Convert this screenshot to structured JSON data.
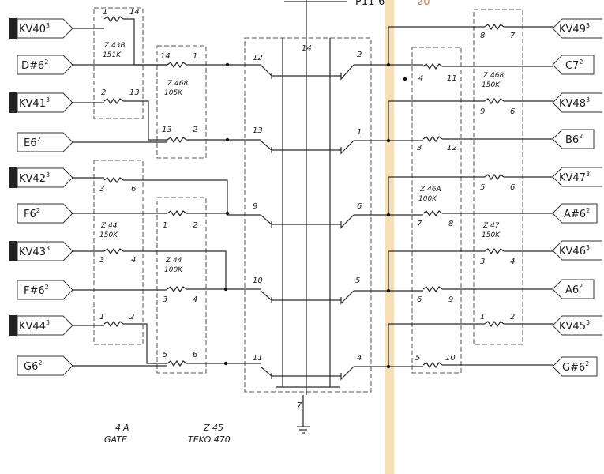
{
  "connectors_left": [
    {
      "label": "KV40",
      "sup": "3",
      "filled": true
    },
    {
      "label": "D#6",
      "sup": "2",
      "filled": false
    },
    {
      "label": "KV41",
      "sup": "3",
      "filled": true
    },
    {
      "label": "E6",
      "sup": "2",
      "filled": false
    },
    {
      "label": "KV42",
      "sup": "3",
      "filled": true
    },
    {
      "label": "F6",
      "sup": "2",
      "filled": false
    },
    {
      "label": "KV43",
      "sup": "3",
      "filled": true
    },
    {
      "label": "F#6",
      "sup": "2",
      "filled": false
    },
    {
      "label": "KV44",
      "sup": "3",
      "filled": true
    },
    {
      "label": "G6",
      "sup": "2",
      "filled": false
    }
  ],
  "connectors_right": [
    {
      "label": "KV49",
      "sup": "3"
    },
    {
      "label": "C7",
      "sup": "2"
    },
    {
      "label": "KV48",
      "sup": "3"
    },
    {
      "label": "B6",
      "sup": "2"
    },
    {
      "label": "KV47",
      "sup": "3"
    },
    {
      "label": "A#6",
      "sup": "2"
    },
    {
      "label": "KV46",
      "sup": "3"
    },
    {
      "label": "A6",
      "sup": "2"
    },
    {
      "label": "KV45",
      "sup": "3"
    },
    {
      "label": "G#6",
      "sup": "2"
    }
  ],
  "resistor_networks": {
    "z43b": {
      "name": "Z 43B",
      "value": "151K"
    },
    "z468_left": {
      "name": "Z 468",
      "value": "105K"
    },
    "z44_a": {
      "name": "Z 44",
      "value": "150K"
    },
    "z44_b": {
      "name": "Z 44",
      "value": "100K"
    },
    "z468_right": {
      "name": "Z 468",
      "value": "150K"
    },
    "z46a": {
      "name": "Z 46A",
      "value": "100K"
    },
    "z47": {
      "name": "Z 47",
      "value": "150K"
    }
  },
  "pins": {
    "l1": [
      "1",
      "14",
      "2",
      "13"
    ],
    "l2": [
      "14",
      "1",
      "13",
      "2"
    ],
    "l3": [
      "3",
      "6",
      "1",
      "2",
      "3",
      "4",
      "1",
      "2"
    ],
    "l4": [
      "3",
      "4",
      "5",
      "6"
    ],
    "ic": [
      "14",
      "12",
      "2",
      "13",
      "1",
      "9",
      "6",
      "10",
      "5",
      "11",
      "4",
      "7"
    ],
    "r1": [
      "4",
      "11",
      "3",
      "12",
      "7",
      "8",
      "6",
      "9",
      "5",
      "10"
    ],
    "r2": [
      "8",
      "7",
      "9",
      "6",
      "5",
      "6",
      "3",
      "4",
      "1",
      "2"
    ]
  },
  "top_label": "P11-6",
  "top_number": "20",
  "caption_left": {
    "line1": "4'A",
    "line2": "GATE"
  },
  "caption_right": {
    "line1": "Z 45",
    "line2": "TEKO 470"
  },
  "colors": {
    "ink": "#1a1a1a",
    "filled_tab": "#222222",
    "fold": "#f3c47a",
    "top_number": "#e07a3a"
  }
}
